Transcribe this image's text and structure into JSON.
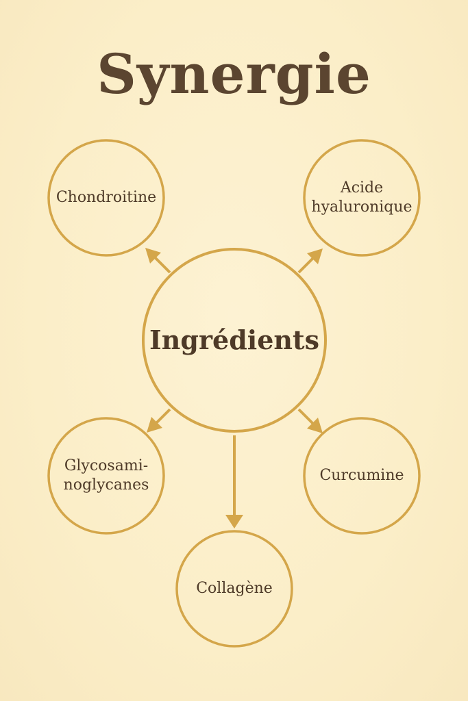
{
  "title": "Synergie",
  "center": {
    "label": "Ingrédients"
  },
  "nodes": {
    "top_left": {
      "label": "Chondroitine"
    },
    "top_right": {
      "line1": "Acide",
      "line2": "hyaluronique"
    },
    "bottom_left": {
      "line1": "Glycosami-",
      "line2": "noglycanes"
    },
    "bottom_right": {
      "label": "Curcumine"
    },
    "bottom": {
      "label": "Collagène"
    }
  },
  "colors": {
    "background": "#fcefcb",
    "stroke": "#d4a64a",
    "title": "#5b4530",
    "text": "#4e3a28"
  }
}
